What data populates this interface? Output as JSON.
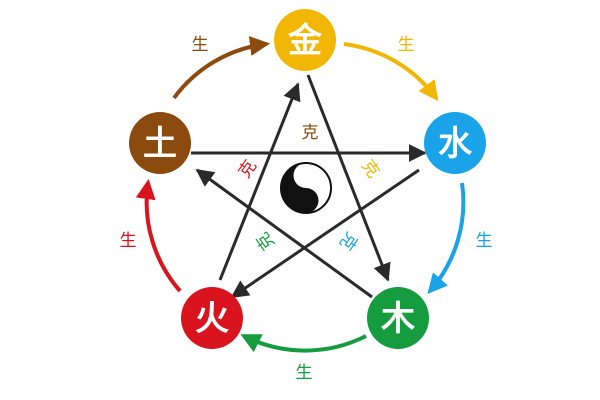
{
  "elements": {
    "metal": {
      "char": "金",
      "color": "#F2B705"
    },
    "water": {
      "char": "水",
      "color": "#1AA3E8"
    },
    "wood": {
      "char": "木",
      "color": "#149C3F"
    },
    "fire": {
      "char": "火",
      "color": "#D9141E"
    },
    "earth": {
      "char": "土",
      "color": "#8B4A0E"
    }
  },
  "generate_cycle": {
    "label": "生",
    "order": [
      "metal",
      "water",
      "wood",
      "fire",
      "earth"
    ]
  },
  "control_cycle": {
    "label": "克",
    "order": [
      "metal",
      "wood",
      "earth",
      "water",
      "fire"
    ],
    "arrow_color": "#2A2A2A"
  },
  "center_icon": "yin-yang-icon"
}
